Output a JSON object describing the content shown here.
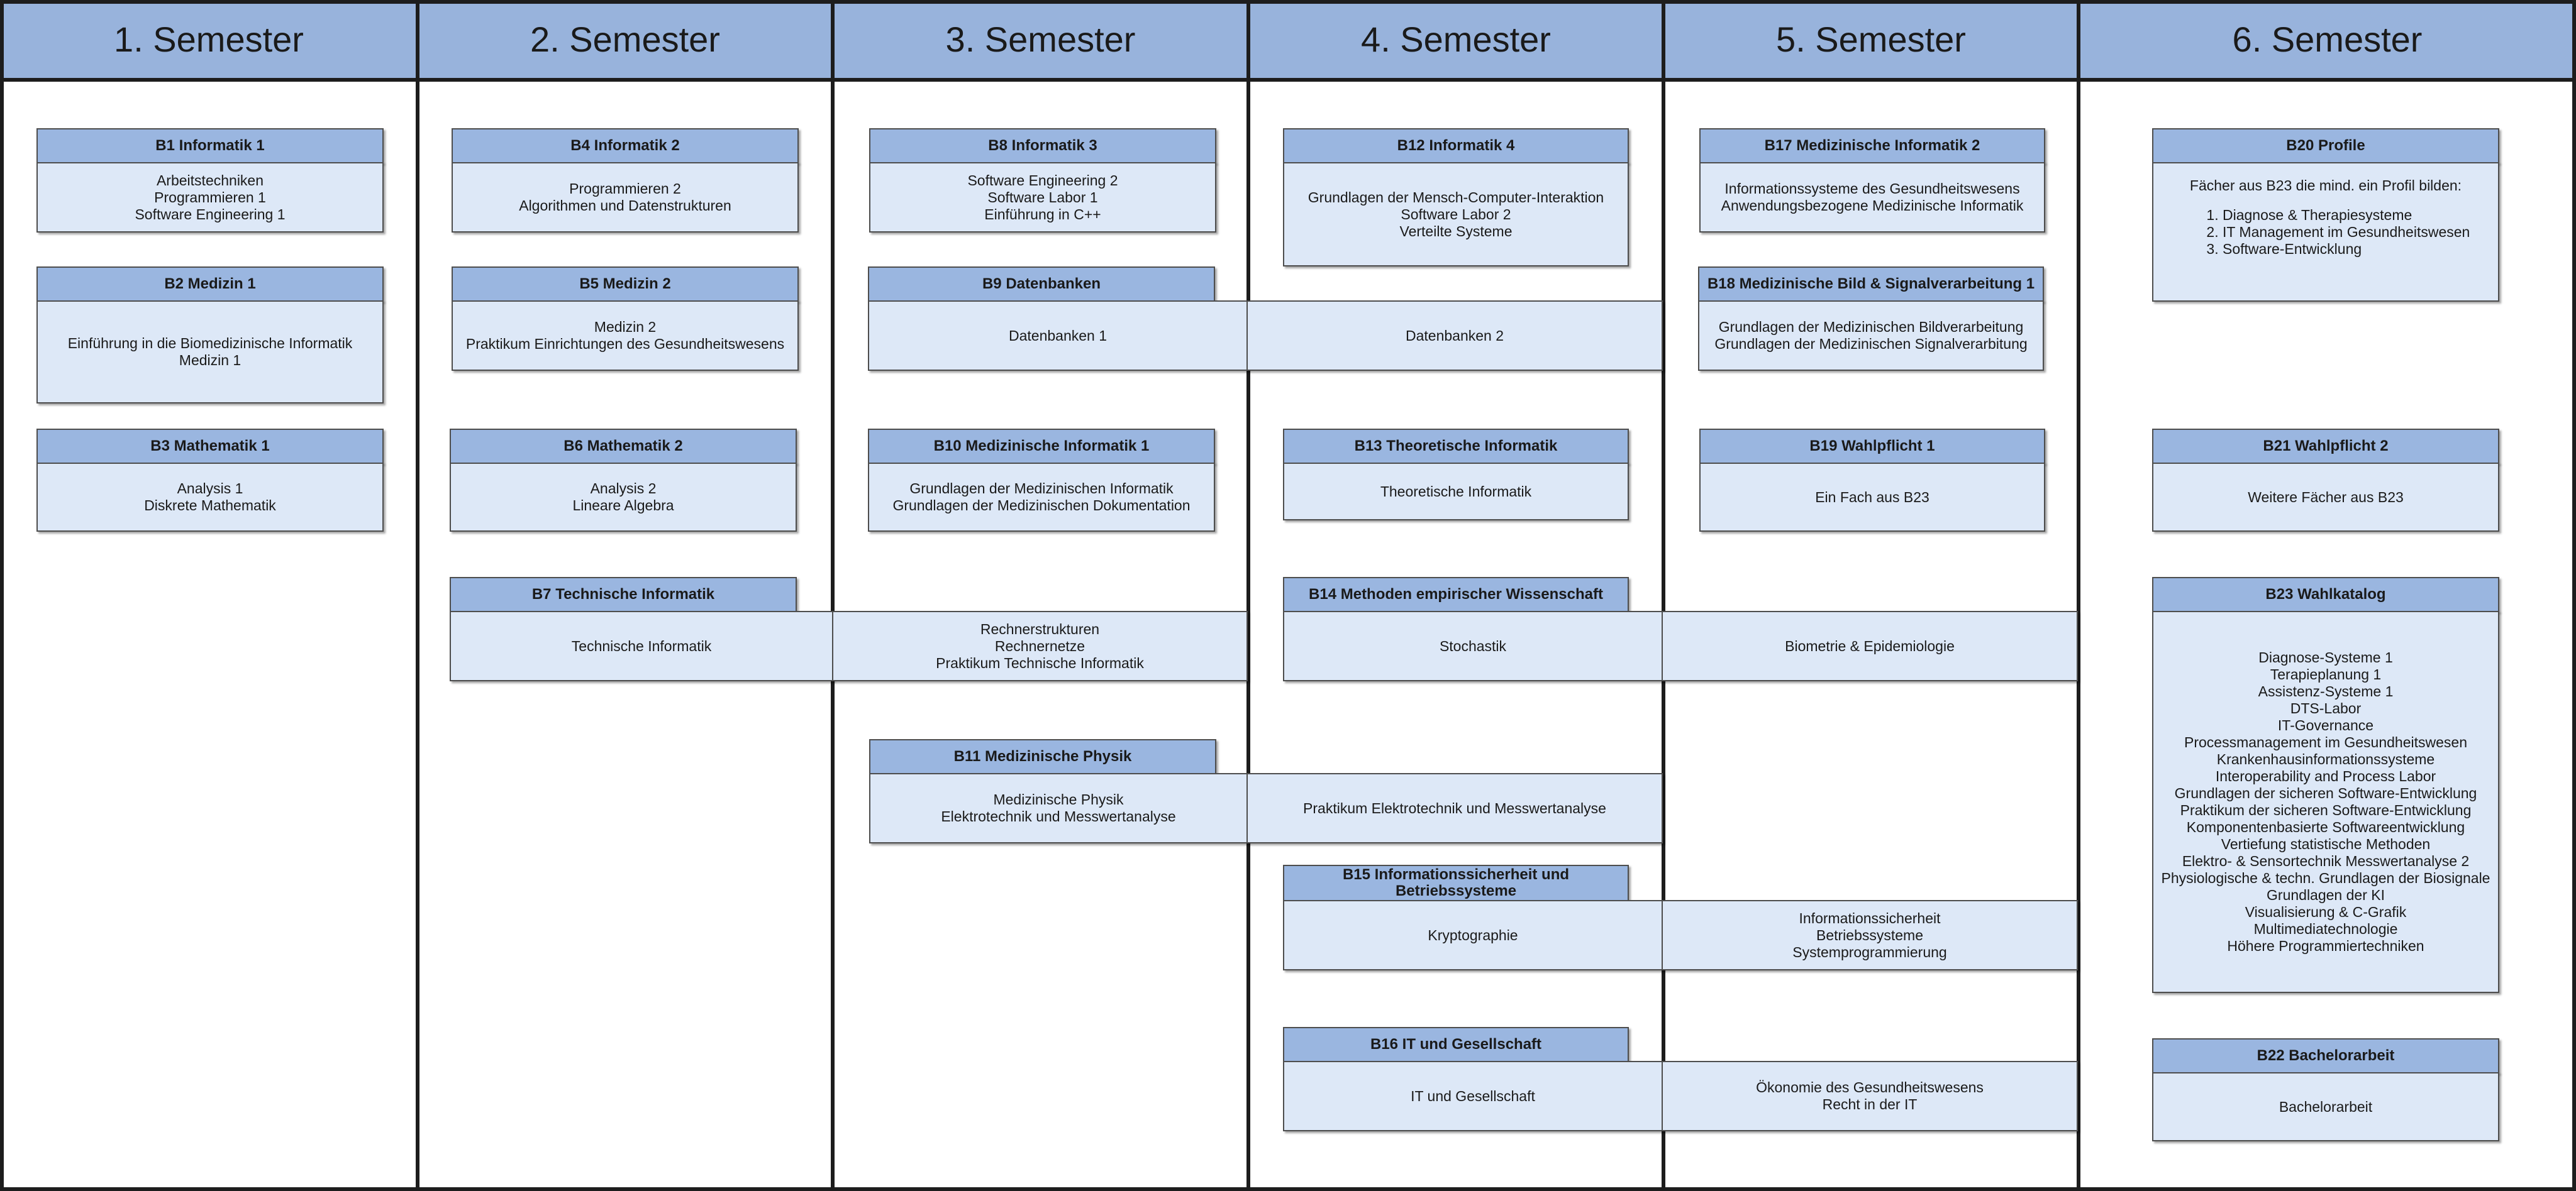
{
  "semesters": [
    "1. Semester",
    "2. Semester",
    "3. Semester",
    "4. Semester",
    "5. Semester",
    "6. Semester"
  ],
  "modules": {
    "b1": {
      "title": "B1 Informatik 1",
      "lines": [
        "Arbeitstechniken",
        "Programmieren 1",
        "Software Engineering 1"
      ]
    },
    "b2": {
      "title": "B2 Medizin 1",
      "lines": [
        "Einführung in die Biomedizinische Informatik",
        "Medizin 1"
      ]
    },
    "b3": {
      "title": "B3 Mathematik 1",
      "lines": [
        "Analysis 1",
        "Diskrete Mathematik"
      ]
    },
    "b4": {
      "title": "B4 Informatik 2",
      "lines": [
        "Programmieren 2",
        "Algorithmen und Datenstrukturen"
      ]
    },
    "b5": {
      "title": "B5 Medizin 2",
      "lines": [
        "Medizin 2",
        "Praktikum Einrichtungen des Gesundheitswesens"
      ]
    },
    "b6": {
      "title": "B6 Mathematik 2",
      "lines": [
        "Analysis 2",
        "Lineare Algebra"
      ]
    },
    "b7": {
      "title": "B7 Technische Informatik",
      "lines": [
        "Technische Informatik"
      ],
      "lines2": [
        "Rechnerstrukturen",
        "Rechnernetze",
        "Praktikum Technische Informatik"
      ]
    },
    "b8": {
      "title": "B8 Informatik 3",
      "lines": [
        "Software Engineering 2",
        "Software Labor 1",
        "Einführung in C++"
      ]
    },
    "b9": {
      "title": "B9 Datenbanken",
      "lines": [
        "Datenbanken 1"
      ],
      "lines2": [
        "Datenbanken 2"
      ]
    },
    "b10": {
      "title": "B10 Medizinische Informatik 1",
      "lines": [
        "Grundlagen der Medizinischen Informatik",
        "Grundlagen der Medizinischen Dokumentation"
      ]
    },
    "b11": {
      "title": "B11 Medizinische Physik",
      "lines": [
        "Medizinische Physik",
        "Elektrotechnik und Messwertanalyse"
      ],
      "lines2": [
        "Praktikum Elektrotechnik und Messwertanalyse"
      ]
    },
    "b12": {
      "title": "B12 Informatik 4",
      "lines": [
        "Grundlagen der Mensch-Computer-Interaktion",
        "Software Labor 2",
        "Verteilte Systeme"
      ]
    },
    "b13": {
      "title": "B13 Theoretische Informatik",
      "lines": [
        "Theoretische Informatik"
      ]
    },
    "b14": {
      "title": "B14 Methoden empirischer Wissenschaft",
      "lines": [
        "Stochastik"
      ],
      "lines2": [
        "Biometrie & Epidemiologie"
      ]
    },
    "b15": {
      "title_lines": [
        "B15 Informationssicherheit und",
        "Betriebssysteme"
      ],
      "lines": [
        "Kryptographie"
      ],
      "lines2": [
        "Informationssicherheit",
        "Betriebssysteme",
        "Systemprogrammierung"
      ]
    },
    "b16": {
      "title": "B16 IT und Gesellschaft",
      "lines": [
        "IT und Gesellschaft"
      ],
      "lines2": [
        "Ökonomie des Gesundheitswesens",
        "Recht in der IT"
      ]
    },
    "b17": {
      "title": "B17 Medizinische Informatik 2",
      "lines": [
        "Informationssysteme des Gesundheitswesens",
        "Anwendungsbezogene Medizinische Informatik"
      ]
    },
    "b18": {
      "title": "B18 Medizinische Bild & Signalverarbeitung 1",
      "lines": [
        "Grundlagen der Medizinischen Bildverarbeitung",
        "Grundlagen der Medizinischen Signalverarbitung"
      ]
    },
    "b19": {
      "title": "B19 Wahlpflicht 1",
      "lines": [
        "Ein Fach aus B23"
      ]
    },
    "b20": {
      "title": "B20 Profile",
      "intro": "Fächer aus B23 die mind. ein Profil bilden:",
      "items": [
        "Diagnose & Therapiesysteme",
        "IT Management im Gesundheitswesen",
        "Software-Entwicklung"
      ]
    },
    "b21": {
      "title": "B21 Wahlpflicht 2",
      "lines": [
        "Weitere Fächer aus B23"
      ]
    },
    "b22": {
      "title": "B22 Bachelorarbeit",
      "lines": [
        "Bachelorarbeit"
      ]
    },
    "b23": {
      "title": "B23 Wahlkatalog",
      "lines": [
        "Diagnose-Systeme 1",
        "Terapieplanung 1",
        "Assistenz-Systeme 1",
        "DTS-Labor",
        "IT-Governance",
        "Processmanagement im Gesundheitswesen",
        "Krankenhausinformationssysteme",
        "Interoperability and Process Labor",
        "Grundlagen der sicheren Software-Entwicklung",
        "Praktikum der sicheren Software-Entwicklung",
        "Komponentenbasierte Softwareentwicklung",
        "Vertiefung statistische Methoden",
        "Elektro- & Sensortechnik Messwertanalyse 2",
        "Physiologische & techn. Grundlagen der Biosignale",
        "Grundlagen der KI",
        "Visualisierung & C-Grafik",
        "Multimediatechnologie",
        "Höhere Programmiertechniken"
      ]
    }
  }
}
